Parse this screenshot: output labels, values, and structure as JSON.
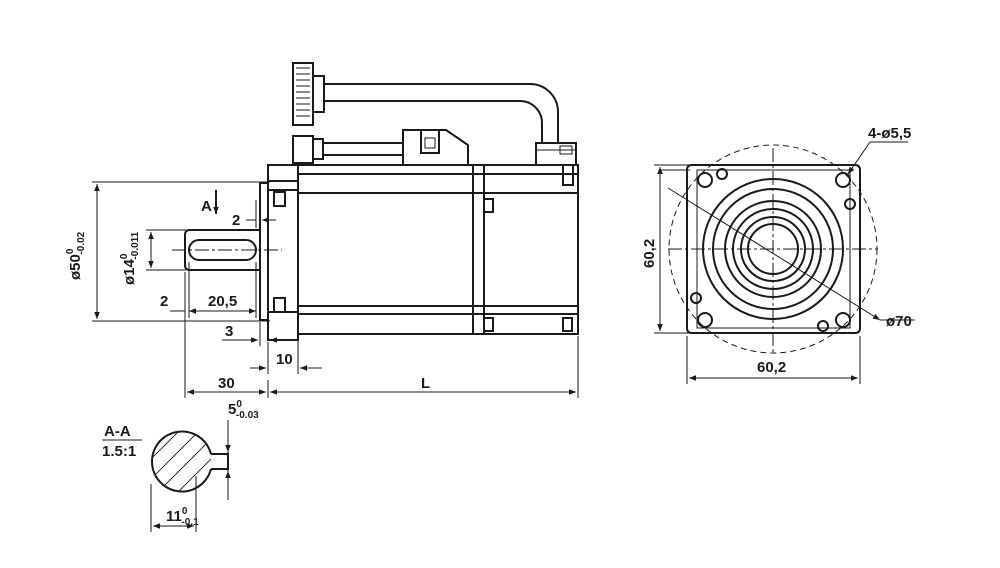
{
  "side_view": {
    "section_marker": "A",
    "dims": {
      "flange_diameter": {
        "base": "ø50",
        "upper": "0",
        "lower": "-0.02"
      },
      "shaft_diameter": {
        "base": "ø14",
        "upper": "0",
        "lower": "-0.011"
      },
      "key_offset_top": "2",
      "key_offset_left": "2",
      "key_length": "20,5",
      "shoulder": "3",
      "flange_thickness": "10",
      "shaft_length": "30",
      "body_length": "L"
    }
  },
  "front_view": {
    "dims": {
      "mount_holes": "4-ø5,5",
      "height": "60,2",
      "width": "60,2",
      "pitch_circle": "ø70"
    }
  },
  "section_view": {
    "title": "A-A",
    "scale": "1.5:1",
    "dims": {
      "key_width": {
        "base": "5",
        "upper": "0",
        "lower": "-0.03"
      },
      "key_depth": {
        "base": "11",
        "upper": "0",
        "lower": "-0.1"
      }
    }
  }
}
